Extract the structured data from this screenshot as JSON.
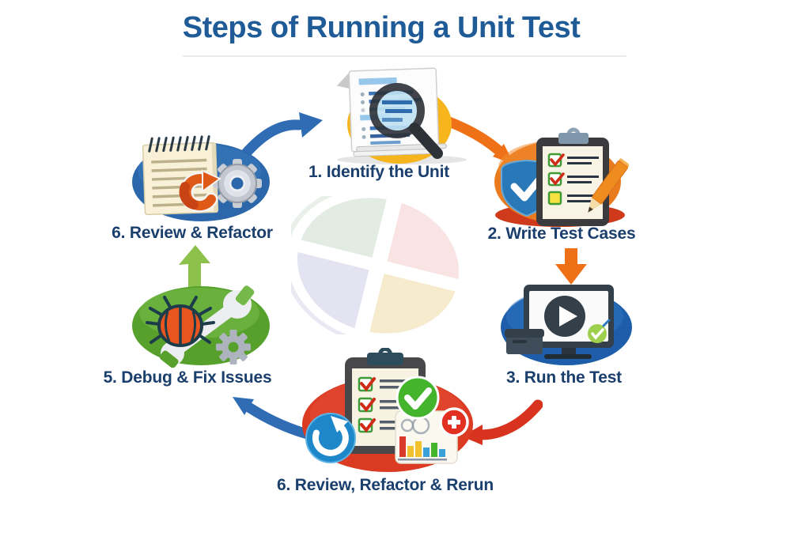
{
  "title": "Steps of Running a Unit Test",
  "steps": [
    {
      "id": 1,
      "label": "1. Identify the Unit",
      "icon": "document-magnifier-icon"
    },
    {
      "id": 2,
      "label": "2. Write Test Cases",
      "icon": "clipboard-checklist-pencil-icon"
    },
    {
      "id": 3,
      "label": "3. Run the Test",
      "icon": "laptop-play-icon"
    },
    {
      "id": 4,
      "label": "6. Review, Refactor & Rerun",
      "icon": "clipboard-refresh-chart-icon"
    },
    {
      "id": 5,
      "label": "5. Debug & Fix Issues",
      "icon": "bug-wrench-gear-icon"
    },
    {
      "id": 6,
      "label": "6. Review & Refactor",
      "icon": "notepad-gear-refresh-icon"
    }
  ],
  "connectors": [
    {
      "name": "review-refactor-to-identify",
      "style": "curved",
      "direction": "up-right"
    },
    {
      "name": "identify-to-write-cases",
      "style": "curved",
      "direction": "down-right"
    },
    {
      "name": "write-cases-to-run",
      "style": "straight-down",
      "direction": "down"
    },
    {
      "name": "run-to-review-rerun",
      "style": "curved",
      "direction": "down-left"
    },
    {
      "name": "review-rerun-to-debug",
      "style": "curved",
      "direction": "up-left"
    },
    {
      "name": "debug-to-review-refactor",
      "style": "straight-up",
      "direction": "up"
    }
  ],
  "watermark": {
    "icon": "pinwheel-watermark"
  },
  "colors": {
    "title": "#1e5b97",
    "label": "#1a3f6d",
    "flow_blue": "#2f6cb3",
    "flow_orange": "#ee7117",
    "flow_red": "#d8331e",
    "flow_green": "#8cc14b",
    "step1_blob": "#f6b51d",
    "step2_blob": "#e97b1e",
    "step3_blob": "#1d5da9",
    "step4_blob": "#da3b22",
    "step5_blob": "#57a02b",
    "step6_blob": "#2b67aa",
    "divider": "#eaeaea"
  }
}
